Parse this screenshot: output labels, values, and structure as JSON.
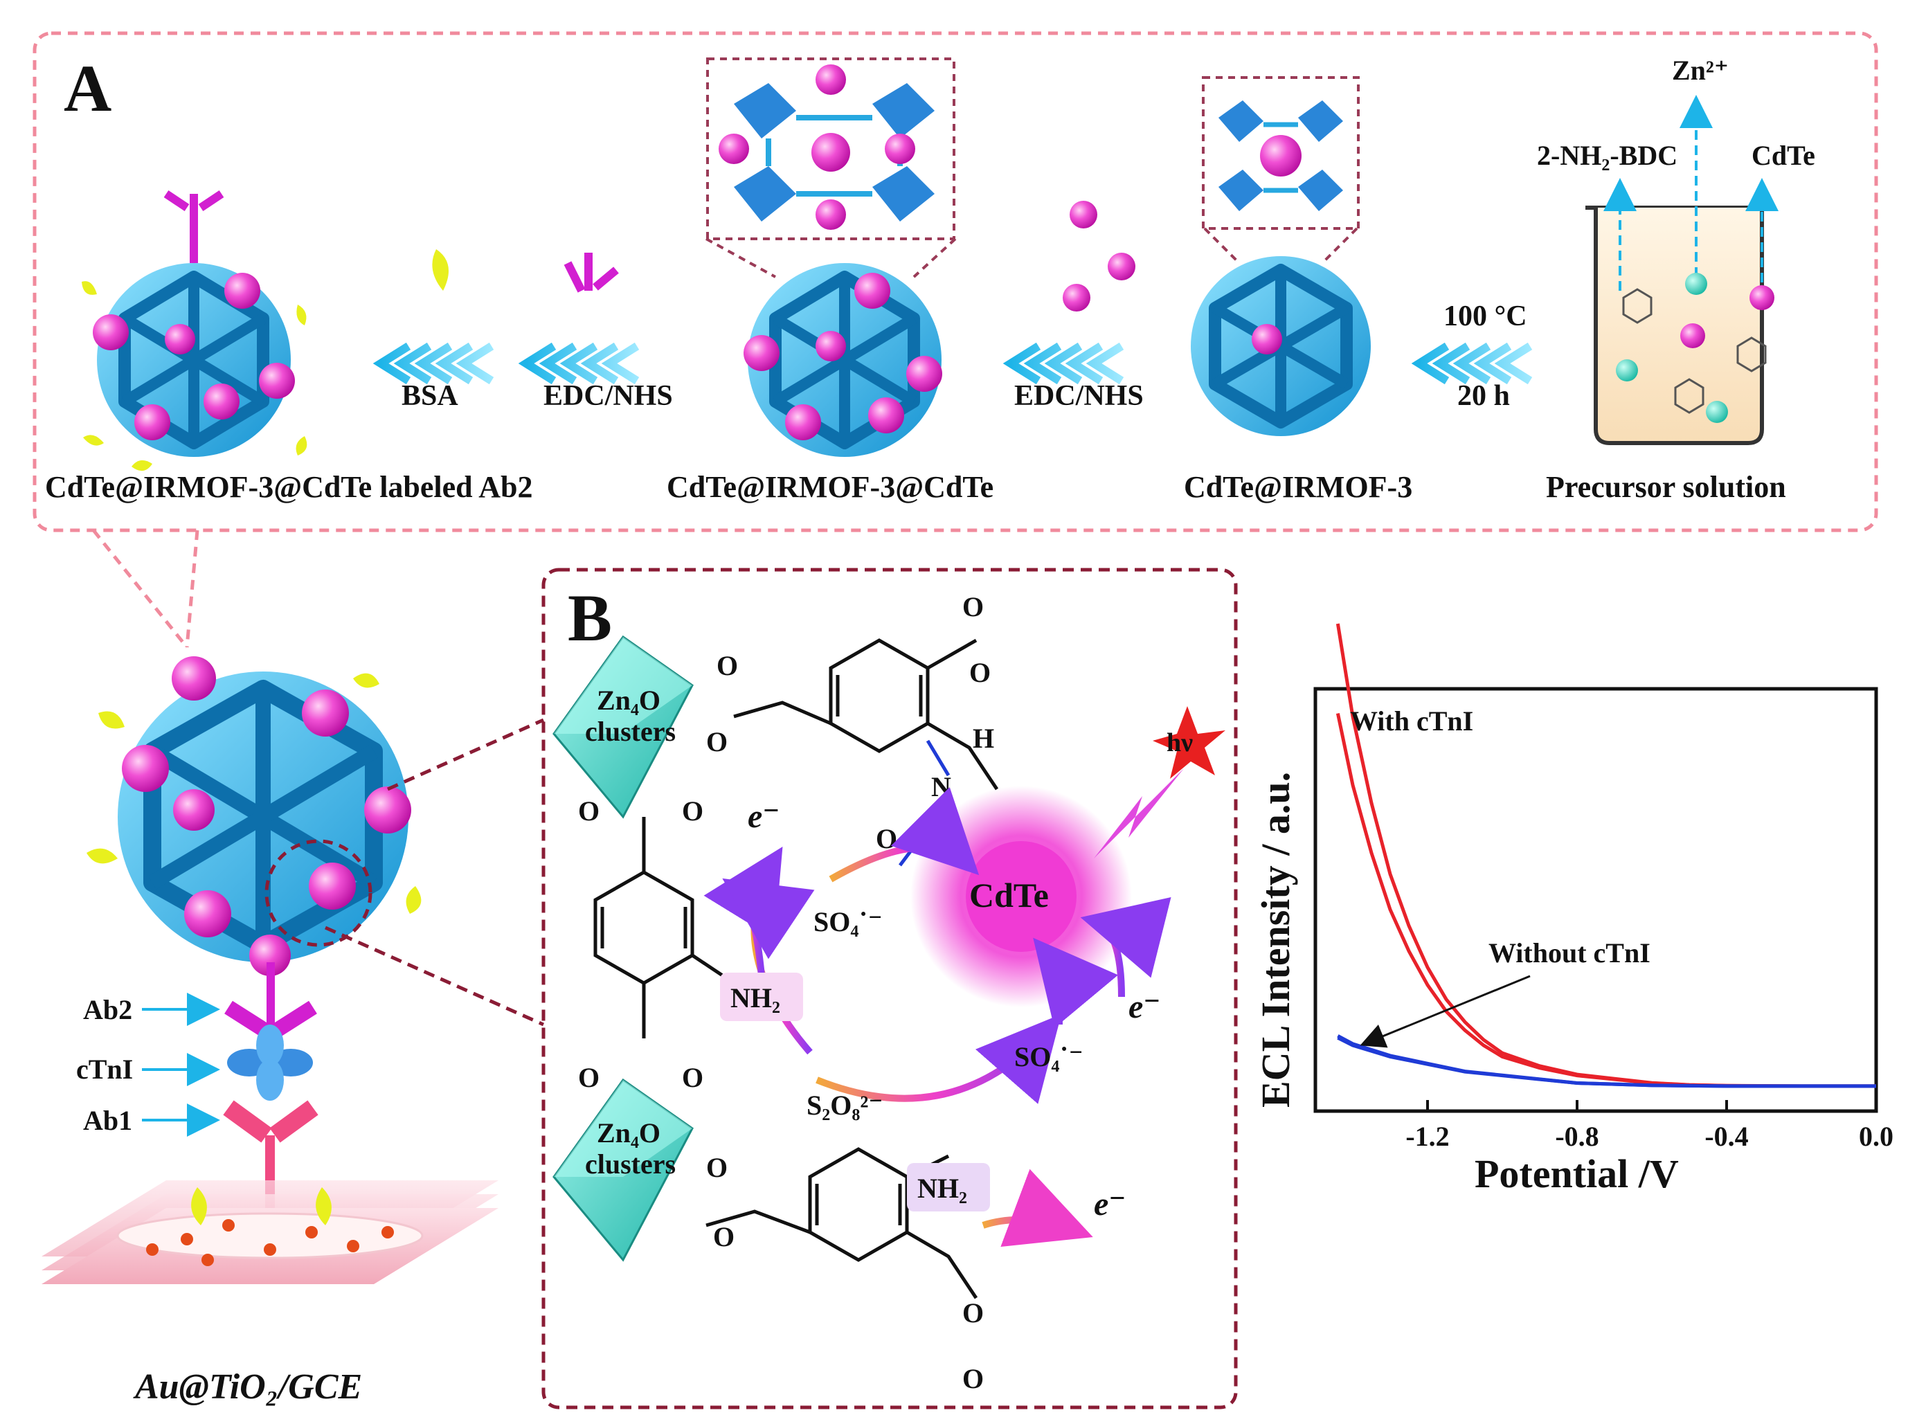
{
  "panel_a": {
    "letter": "A",
    "products": [
      "CdTe@IRMOF-3@CdTe labeled Ab2",
      "CdTe@IRMOF-3@CdTe",
      "CdTe@IRMOF-3",
      "Precursor  solution"
    ],
    "steps": [
      "BSA",
      "EDC/NHS",
      "EDC/NHS"
    ],
    "conditions": [
      "100 °C",
      "20 h"
    ],
    "reagents": [
      "Zn²⁺",
      "2-NH₂-BDC",
      "CdTe"
    ]
  },
  "electrode": {
    "labels": [
      "Ab2",
      "cTnI",
      "Ab1"
    ],
    "substrate": "Au@TiO₂/GCE"
  },
  "panel_b": {
    "letter": "B",
    "cluster_line1": "Zn₄O",
    "cluster_line2": "clusters",
    "amine": "NH₂",
    "electron": "e⁻",
    "emitter": "CdTe",
    "photon": "hν",
    "sulfate_radical": "SO₄˙⁻",
    "persulfate": "S₂O₈²⁻",
    "amide_h": "H",
    "amide_n": "N",
    "oxygen": "O"
  },
  "chart_data": {
    "type": "line",
    "xlabel": "Potential /V",
    "ylabel": "ECL Intensity / a.u.",
    "x_ticks": [
      "-1.2",
      "-0.8",
      "-0.4",
      "0.0"
    ],
    "xlim": [
      -1.5,
      0.0
    ],
    "ylim": [
      0,
      1
    ],
    "colors": {
      "with": "#e8222a",
      "without": "#1f3bd6"
    },
    "annotation": "Without cTnI",
    "series": [
      {
        "name": "With cTnI",
        "color": "#e8222a",
        "x": [
          -1.44,
          -1.4,
          -1.35,
          -1.3,
          -1.25,
          -1.2,
          -1.15,
          -1.1,
          -1.05,
          -1.0,
          -0.9,
          -0.8,
          -0.7,
          -0.6,
          -0.5,
          -0.4,
          -0.2,
          0.0
        ],
        "y": [
          0.99,
          0.8,
          0.62,
          0.47,
          0.36,
          0.27,
          0.2,
          0.15,
          0.11,
          0.08,
          0.05,
          0.03,
          0.02,
          0.01,
          0.005,
          0.003,
          0.002,
          0.002
        ]
      },
      {
        "name": "Without cTnI",
        "color": "#1f3bd6",
        "x": [
          -1.44,
          -1.4,
          -1.3,
          -1.2,
          -1.1,
          -1.0,
          -0.9,
          -0.8,
          -0.7,
          -0.6,
          -0.4,
          -0.2,
          0.0
        ],
        "y": [
          0.13,
          0.11,
          0.08,
          0.06,
          0.04,
          0.03,
          0.02,
          0.01,
          0.007,
          0.004,
          0.002,
          0.002,
          0.002
        ]
      }
    ]
  }
}
